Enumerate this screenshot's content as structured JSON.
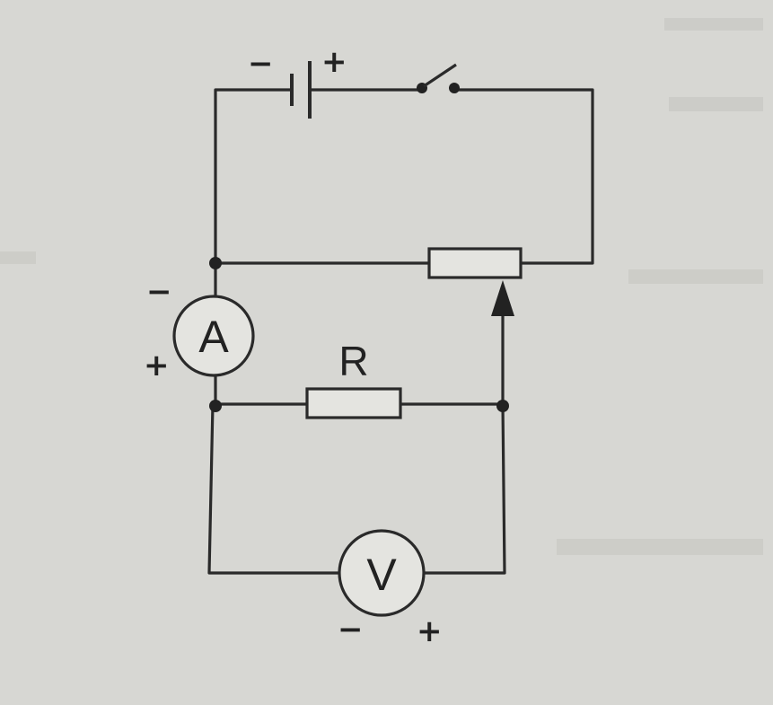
{
  "diagram": {
    "ammeter_symbol": "A",
    "voltmeter_symbol": "V",
    "resistor_label": "R",
    "battery_neg_sign": "−",
    "battery_pos_sign": "+",
    "ammeter_neg_sign": "−",
    "ammeter_pos_sign": "+",
    "voltmeter_neg_sign": "−",
    "voltmeter_pos_sign": "+"
  },
  "colors": {
    "paper": "#d7d7d3",
    "ink": "#222222",
    "bleed_through": "#b9b9b5"
  }
}
